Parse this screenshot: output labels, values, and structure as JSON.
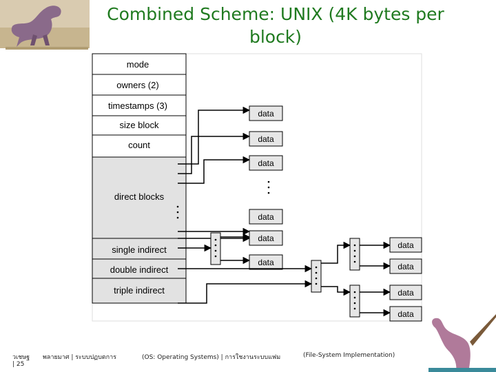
{
  "slide": {
    "title_line1": "Combined Scheme:  UNIX (4K bytes per",
    "title_line2": "block)"
  },
  "inode": {
    "fields": [
      "mode",
      "owners (2)",
      "timestamps (3)",
      "size block",
      "count"
    ],
    "direct_blocks_label": "direct blocks",
    "single_indirect_label": "single indirect",
    "double_indirect_label": "double indirect",
    "triple_indirect_label": "triple indirect"
  },
  "data_block_label": "data",
  "footer": {
    "author": "วเชษฐ",
    "page": "| 25",
    "course": "พลายมาศ | ระบบปฏบตการ",
    "course_en": "(OS: Operating Systems) | การใชงานระบบแฟม",
    "chapter": "(File-System Implementation)"
  },
  "colors": {
    "title": "#1f7a1f",
    "inode_fill": "#e2e2e2",
    "inode_field_fill": "#ffffff",
    "block_fill": "#e6e6e6",
    "line": "#000000"
  },
  "icons": [
    "dinosaur-icon"
  ]
}
